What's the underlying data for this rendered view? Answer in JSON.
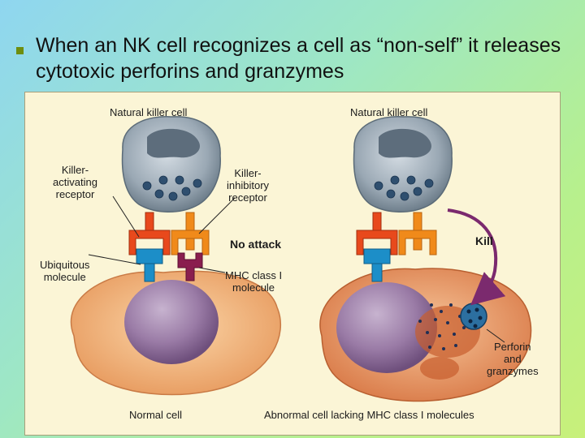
{
  "slide": {
    "bullet_text": "When an NK cell recognizes a cell as “non-self” it releases cytotoxic perforins and granzymes"
  },
  "figure": {
    "left_panel": {
      "nk_label": "Natural killer cell",
      "activating_receptor": "Killer-\nactivating\nreceptor",
      "inhibitory_receptor": "Killer-\ninhibitory\nreceptor",
      "ubiquitous_molecule": "Ubiquitous\nmolecule",
      "mhc_label": "MHC class I\nmolecule",
      "outcome": "No attack",
      "cell_label": "Normal cell"
    },
    "right_panel": {
      "nk_label": "Natural killer cell",
      "outcome": "Kill",
      "perforin_label": "Perforin\nand\ngranzymes",
      "cell_label": "Abnormal cell lacking MHC class I molecules"
    },
    "colors": {
      "activating_receptor": "#e8491c",
      "inhibitory_receptor": "#f08a1a",
      "ubiquitous_molecule": "#1c8ec8",
      "mhc_molecule": "#8a1e4e",
      "kill_arrow": "#7b2a6e",
      "normal_cell": "#f1b074",
      "abnormal_cell": "#e9986a",
      "nucleus": "#8f6a9a"
    }
  }
}
